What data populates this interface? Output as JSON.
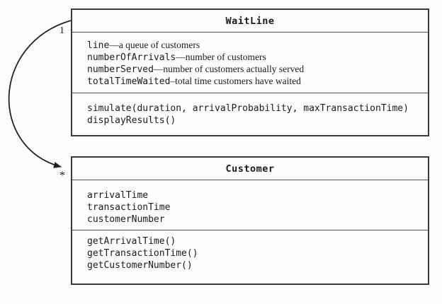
{
  "diagram": {
    "colors": {
      "border": "#3a3a3a",
      "separator": "#565656",
      "text": "#1b1b1b",
      "background": "#fcfcfc",
      "arrow": "#222222"
    },
    "waitline": {
      "title": "WaitLine",
      "attributes": [
        {
          "code": "line",
          "desc": "—a queue of customers"
        },
        {
          "code": "numberOfArrivals",
          "desc": "—number of customers"
        },
        {
          "code": "numberServed",
          "desc": "—number of customers actually served"
        },
        {
          "code": "totalTimeWaited",
          "desc": "–total time customers have waited"
        }
      ],
      "methods": [
        "simulate(duration, arrivalProbability, maxTransactionTime)",
        "displayResults()"
      ]
    },
    "customer": {
      "title": "Customer",
      "attributes": [
        "arrivalTime",
        "transactionTime",
        "customerNumber"
      ],
      "methods": [
        "getArrivalTime()",
        "getTransactionTime()",
        "getCustomerNumber()"
      ]
    },
    "association": {
      "source_multiplicity": "1",
      "target_multiplicity": "*"
    }
  }
}
